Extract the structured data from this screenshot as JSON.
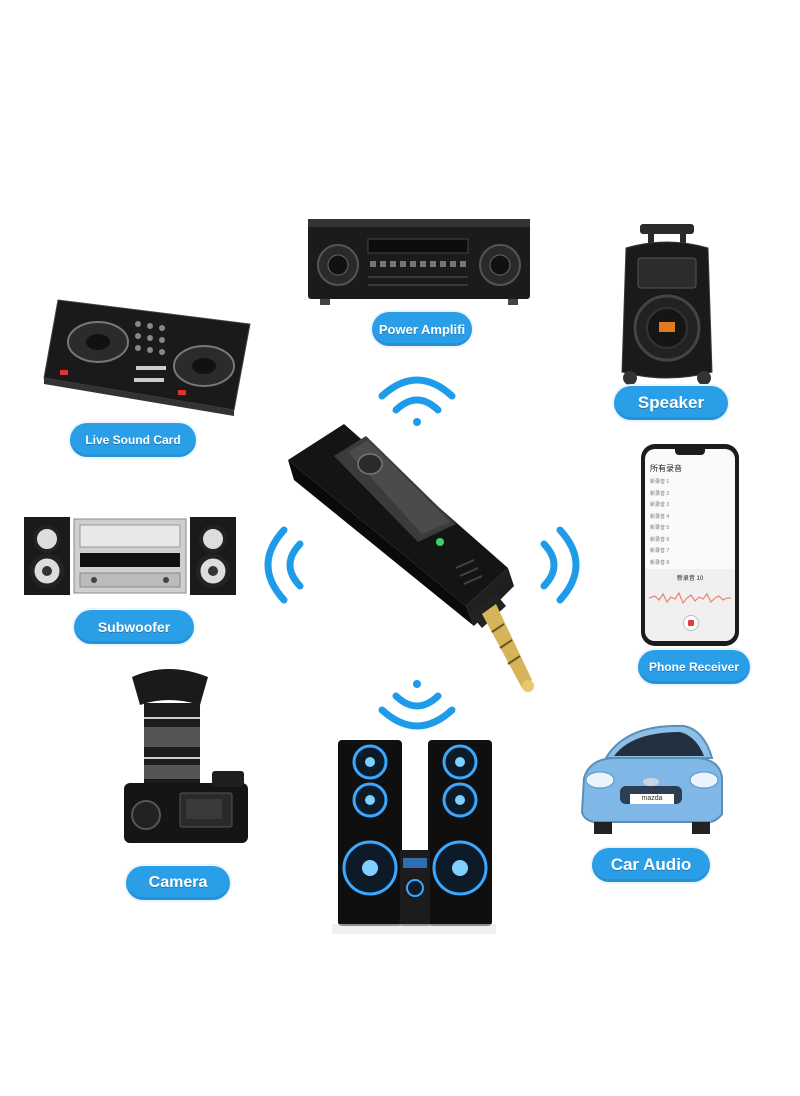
{
  "header": {
    "caption": ""
  },
  "labels": {
    "power_amplifier": "Power Amplifi",
    "live_sound_card": "Live Sound Card",
    "speaker": "Speaker",
    "subwoofer": "Subwoofer",
    "phone_receiver": "Phone Receiver",
    "camera": "Camera",
    "car_audio": "Car Audio"
  },
  "phone_screen": {
    "list_title": "所有录音",
    "items": [
      "新录音 1",
      "新录音 2",
      "新录音 3",
      "新录音 4",
      "新录音 5",
      "新录音 6",
      "新录音 7",
      "新录音 8"
    ],
    "recording_title": "新录音 10"
  },
  "car": {
    "brand_badge": "mazda"
  },
  "colors": {
    "label_bg": "#2a9fe8",
    "wave_blue": "#1e9be9",
    "device_black": "#151515",
    "led_green": "#3cd46a"
  }
}
